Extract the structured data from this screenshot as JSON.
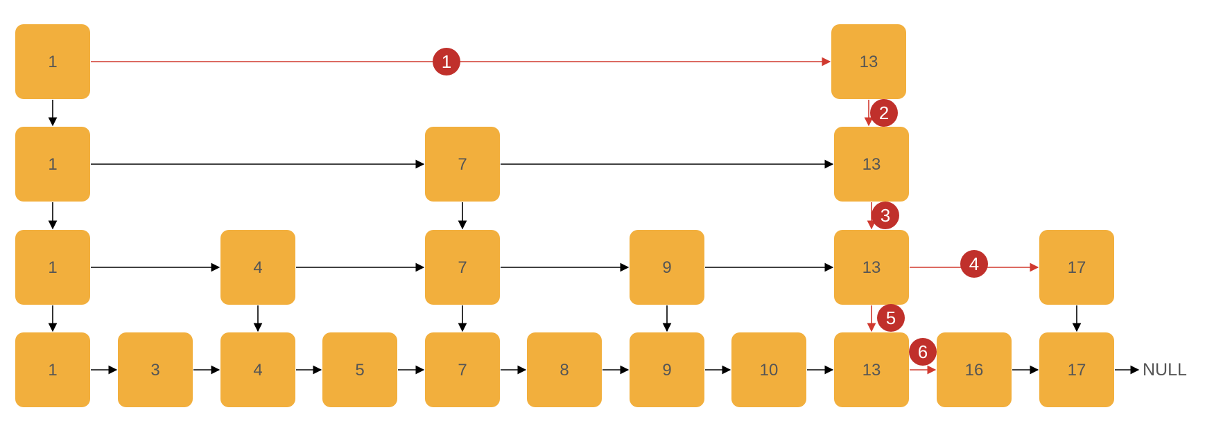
{
  "colors": {
    "node_fill": "#F2AF3D",
    "node_text": "#555555",
    "link": "#000000",
    "search_path": "#D0392F",
    "badge": "#C0302B",
    "badge_text": "#FFFFFF"
  },
  "levels": [
    {
      "nodes": [
        "1",
        "13"
      ]
    },
    {
      "nodes": [
        "1",
        "7",
        "13"
      ]
    },
    {
      "nodes": [
        "1",
        "4",
        "7",
        "9",
        "13",
        "17"
      ]
    },
    {
      "nodes": [
        "1",
        "3",
        "4",
        "5",
        "7",
        "8",
        "9",
        "10",
        "13",
        "16",
        "17"
      ]
    }
  ],
  "terminal_label": "NULL",
  "search_steps": [
    "1",
    "2",
    "3",
    "4",
    "5",
    "6"
  ]
}
